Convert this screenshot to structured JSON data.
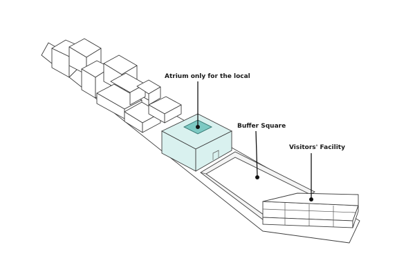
{
  "labels": {
    "atrium": "Atrium only for the local",
    "buffer": "Buffer Square",
    "visitors": "Visitors' Facility"
  },
  "colors": {
    "atrium_fill": "#d9f1ef",
    "atrium_core": "#7cc9c3",
    "line": "#3a3a3a",
    "ground": "#ffffff"
  }
}
